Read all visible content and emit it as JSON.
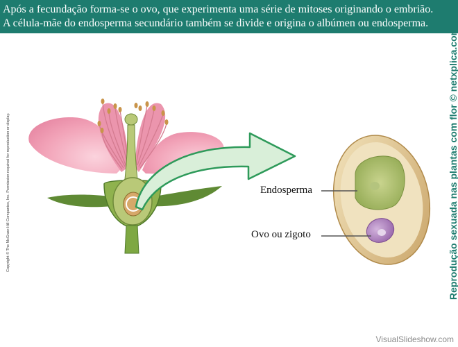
{
  "header": {
    "line1": "Após a fecundação forma-se o ovo, que experimenta uma série de mitoses originando o embrião.",
    "line2": "A célula-mãe do endosperma secundário também se divide e origina o albúmen ou endosperma."
  },
  "copyright": "Copyright © The McGraw-Hill Companies, Inc. Permission required for reproduction or display.",
  "side_title": "Reprodução sexuada nas plantas com flor © netxplica.com",
  "labels": {
    "endosperm": "Endosperma",
    "zygote": "Ovo ou zigoto"
  },
  "footer": "VisualSlideshow.com",
  "colors": {
    "header_bg": "#1e7c6f",
    "petal": "#f2a3b8",
    "leaf": "#6f9a3c",
    "arrow_fill": "#d9efd9",
    "arrow_stroke": "#2e9a5a",
    "seed_coat": "#e6cf9a",
    "endosperm": "#a4b867",
    "zygote": "#a776b8"
  }
}
